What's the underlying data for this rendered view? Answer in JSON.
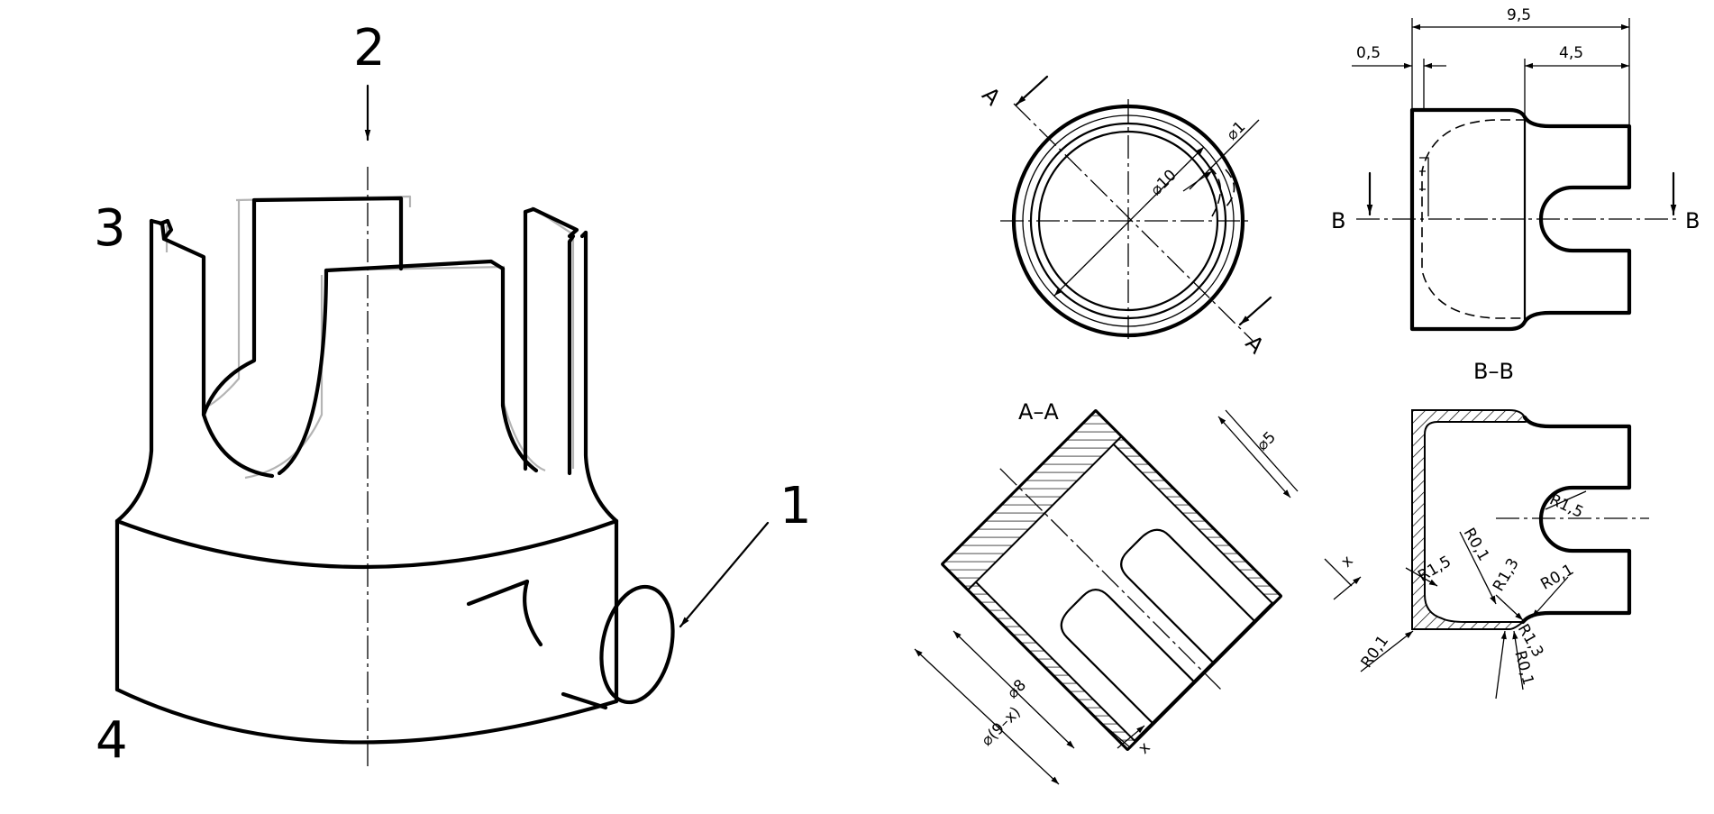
{
  "labels": {
    "callout_1": "1",
    "callout_2": "2",
    "callout_3": "3",
    "callout_4": "4"
  },
  "sections": {
    "A_top": "A",
    "A_bottom": "A",
    "B_left": "B",
    "B_right": "B",
    "title_AA": "A–A",
    "title_BB": "B–B"
  },
  "dimensions": {
    "d95": "9,5",
    "d05": "0,5",
    "d45": "4,5",
    "d_phi1": "⌀1",
    "d_phi10": "⌀10",
    "d_phi5": "⌀5",
    "d_phi8": "⌀8",
    "d_phi9x": "⌀(9–x)",
    "x_top": "x",
    "x_bottom": "x",
    "r15_a": "R1,5",
    "r15_b": "R1,5",
    "r01_a": "R0,1",
    "r01_b": "R0,1",
    "r01_c": "R0,1",
    "r01_d": "R0,1",
    "r13_a": "R1,3",
    "r13_b": "R1,3"
  }
}
